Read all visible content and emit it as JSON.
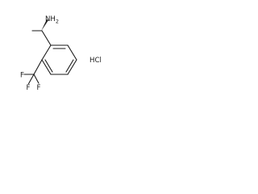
{
  "structure": {
    "labels": {
      "amine": "NH",
      "amine_subscript": "2",
      "salt": "HCl",
      "fluorine_1": "F",
      "fluorine_2": "F",
      "fluorine_3": "F"
    },
    "colors": {
      "ink": "#1a1a1a",
      "background": "#ffffff"
    }
  }
}
